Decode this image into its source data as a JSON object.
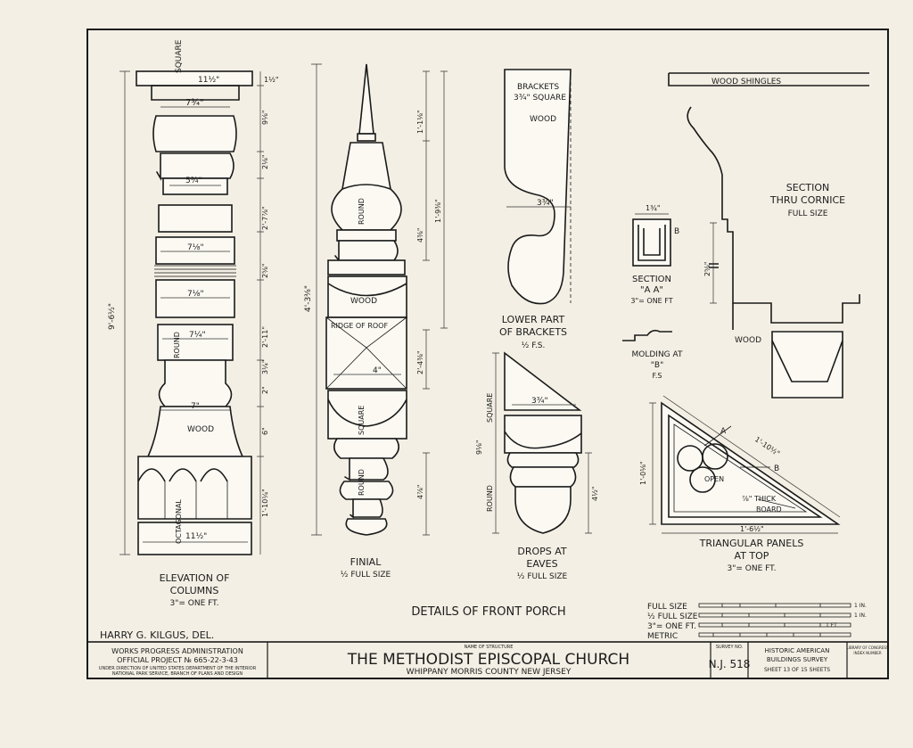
{
  "sheet": {
    "columns": {
      "title1": "ELEVATION OF",
      "title2": "COLUMNS",
      "scale": "3\"= ONE FT.",
      "labels": {
        "square": "SQUARE",
        "round": "ROUND",
        "wood": "WOOD",
        "octagonal": "OCTAGONAL"
      },
      "dims": {
        "top_w": "11½\"",
        "top_h": "1½\"",
        "d1": "7¾\"",
        "h1": "9⅛\"",
        "h2": "2⅛\"",
        "d2": "5¾\"",
        "h3": "2'-7⅞\"",
        "d3": "7⅛\"",
        "h4": "2⅝\"",
        "d4": "7⅛\"",
        "h5": "2'-11\"",
        "d5": "7¼\"",
        "h6": "3¼\"",
        "h7": "2\"",
        "d6": "7\"",
        "h8": "6\"",
        "h9": "1'-10¼\"",
        "base_w": "11½\"",
        "total": "9'-6½\""
      }
    },
    "finial": {
      "title": "FINIAL",
      "scale": "½ FULL SIZE",
      "labels": {
        "round": "ROUND",
        "wood": "WOOD",
        "ridge": "RIDGE OF ROOF",
        "square": "SQUARE",
        "round2": "ROUND"
      },
      "dims": {
        "h1": "1'-1⅛\"",
        "h2": "1'-9⅜\"",
        "h3": "4⅜\"",
        "h4": "2'-4⅜\"",
        "h5": "4\"",
        "h6": "4⅞\"",
        "total": "4'-3⅜\""
      }
    },
    "brackets": {
      "title1": "LOWER PART",
      "title2": "OF BRACKETS",
      "scale": "½ F.S.",
      "labels": {
        "brackets": "BRACKETS",
        "square": "3¾\" SQUARE",
        "wood": "WOOD"
      },
      "dims": {
        "w": "3¾\""
      }
    },
    "section_aa": {
      "title": "SECTION",
      "title2": "\"A A\"",
      "scale": "3\"= ONE FT",
      "label_b": "B",
      "dim": "1¾\""
    },
    "molding": {
      "title": "MOLDING AT",
      "title2": "\"B\"",
      "scale": "F.S"
    },
    "drops": {
      "title1": "DROPS AT",
      "title2": "EAVES",
      "scale": "½ FULL SIZE",
      "labels": {
        "square": "SQUARE",
        "round": "ROUND"
      },
      "dims": {
        "w": "3¾\"",
        "h": "9⅛\"",
        "h2": "4½\""
      }
    },
    "cornice": {
      "title1": "SECTION",
      "title2": "THRU CORNICE",
      "scale": "FULL SIZE",
      "labels": {
        "shingles": "WOOD SHINGLES",
        "wood": "WOOD"
      },
      "dim": "2⅝\""
    },
    "panels": {
      "title1": "TRIANGULAR PANELS",
      "title2": "AT TOP",
      "scale": "3\"= ONE FT.",
      "labels": {
        "a": "A",
        "b": "B",
        "open": "OPEN",
        "thick": "⅞\" THICK",
        "board": "BOARD"
      },
      "dims": {
        "hyp": "1'-10½\"",
        "h": "1'-0⅛\"",
        "base": "1'-6½\""
      }
    },
    "details_title": "DETAILS OF FRONT PORCH",
    "scales": {
      "full": "FULL SIZE",
      "half": "½ FULL SIZE",
      "three": "3\"= ONE FT.",
      "metric": "METRIC",
      "in1": "1 IN.",
      "in2": "1 IN.",
      "ft": "1 FT"
    },
    "delineator": "HARRY G. KILGUS, DEL."
  },
  "title_block": {
    "wpa1": "WORKS PROGRESS ADMINISTRATION",
    "wpa2": "OFFICIAL PROJECT № 665-22-3-43",
    "wpa3": "UNDER DIRECTION OF UNITED STATES DEPARTMENT OF THE INTERIOR",
    "wpa4": "NATIONAL PARK SERVICE, BRANCH OF PLANS AND DESIGN",
    "name_label": "NAME OF STRUCTURE",
    "name": "THE METHODIST EPISCOPAL CHURCH",
    "location": "WHIPPANY   MORRIS   COUNTY   NEW JERSEY",
    "survey_label": "SURVEY NO.",
    "survey": "N.J. 518",
    "habs1": "HISTORIC AMERICAN",
    "habs2": "BUILDINGS SURVEY",
    "sheet": "SHEET 13 OF 15 SHEETS",
    "loc1": "LIBRARY OF CONGRESS",
    "loc2": "INDEX NUMBER"
  }
}
